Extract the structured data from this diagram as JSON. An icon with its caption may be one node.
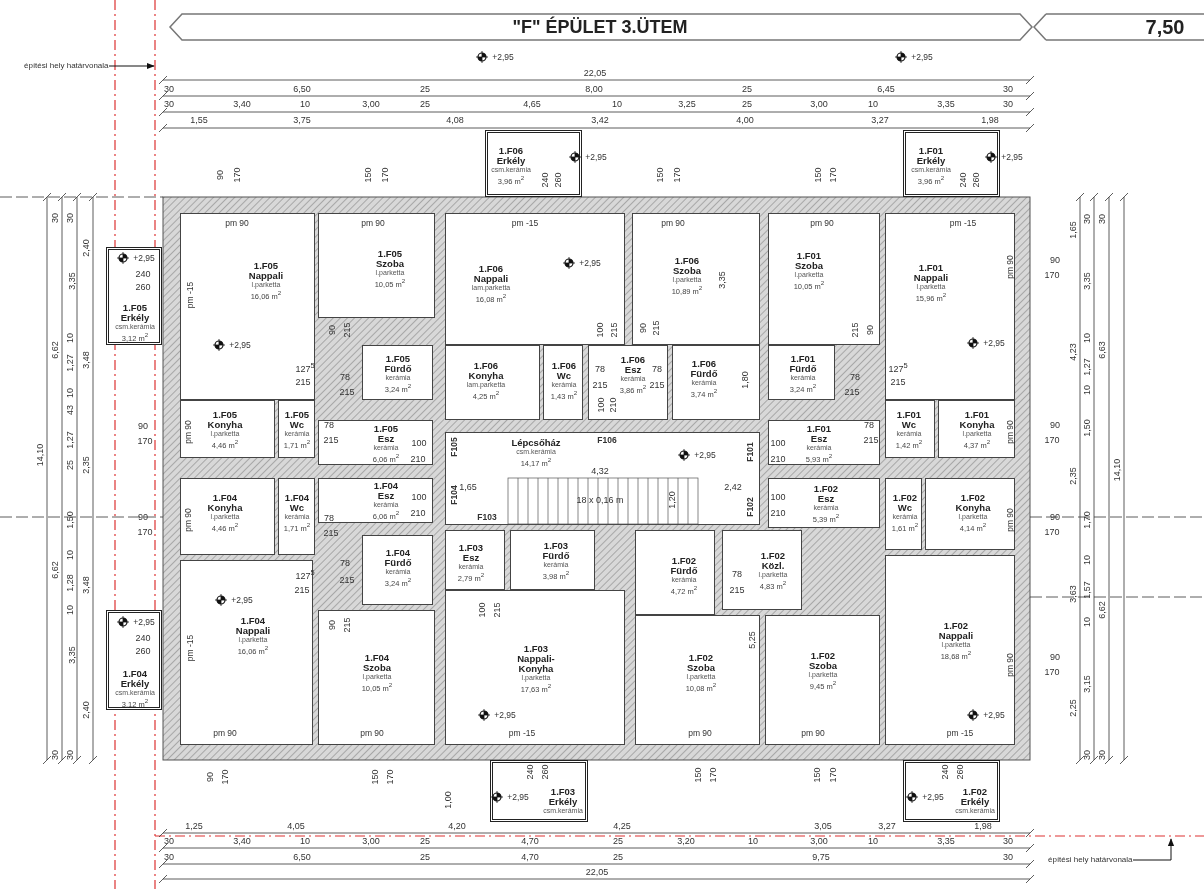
{
  "diagram": {
    "title": "\"F\" ÉPÜLET 3.ÜTEM",
    "nodes": [
      {
        "text": [
          "építési hely határvonala"
        ]
      },
      {
        "text": [
          "1.F06 Erkély",
          "csm.kerámia",
          "3,96 m$^{2}$"
        ]
      },
      {
        "text": [
          "1.F01 Erkély",
          "csm.kerámia",
          "3,96 m$^{2}$"
        ]
      },
      {
        "text": [
          "1.F05 Nappali",
          "l.parketta",
          "16,06 m$^{2}$"
        ]
      },
      {
        "text": [
          "1.F05 Szoba",
          "l.parketta",
          "10,05 m$^{2}$"
        ]
      },
      {
        "text": [
          "1.F05 Erkély",
          "csm.kerámia",
          "3,12 m$^{2}$"
        ]
      },
      {
        "text": [
          "1.F05 Fürdő",
          "kerámia",
          "3,24 m$^{2}$"
        ]
      },
      {
        "text": [
          "1.F06 Nappali",
          "lam.parketta",
          "16,08 m$^{2}$"
        ]
      },
      {
        "text": [
          "1.F06 Szoba",
          "l.parketta",
          "10,89 m$^{2}$"
        ]
      },
      {
        "text": [
          "1.F01 Szoba",
          "l.parketta",
          "10,05 m$^{2}$"
        ]
      },
      {
        "text": [
          "1.F01 Nappali",
          "l.parketta",
          "15,96 m$^{2}$"
        ]
      },
      {
        "text": [
          "1.F06 Konyha",
          "lam.parketta",
          "4,25 m$^{2}$"
        ]
      },
      {
        "text": [
          "1.F06 Wc",
          "kerámia",
          "1,43 m$^{2}$"
        ]
      },
      {
        "text": [
          "1.F06 Esz",
          "kerámia",
          "3,86 m$^{2}$"
        ]
      },
      {
        "text": [
          "1.F06 Fürdő",
          "kerámia",
          "3,74 m$^{2}$"
        ]
      },
      {
        "text": [
          "1.F01 Fürdő",
          "kerámia",
          "3,24 m$^{2}$"
        ]
      },
      {
        "text": [
          "1.F05 Konyha",
          "l.parketta",
          "4,46 m$^{2}$"
        ]
      },
      {
        "text": [
          "1.F05 Wc",
          "kerámia",
          "1,71 m$^{2}$"
        ]
      },
      {
        "text": [
          "1.F01 Wc",
          "kerámia",
          "1,42 m$^{2}$"
        ]
      },
      {
        "text": [
          "1.F01 Konyha",
          "l.parketta",
          "4,37 m$^{2}$"
        ]
      },
      {
        "text": [
          "1.F05 Esz",
          "kerámia",
          "6,06 m$^{2}$"
        ]
      },
      {
        "text": [
          "Lépcsőház",
          "csm.kerámia",
          "14,17 m$^{2}$"
        ]
      },
      {
        "text": [
          "1.F01 Esz",
          "kerámia",
          "5,93 m$^{2}$"
        ]
      },
      {
        "text": [
          "1.F04 Esz",
          "kerámia",
          "6,06 m$^{2}$"
        ]
      },
      {
        "text": [
          "1.F02 Esz",
          "kerámia",
          "5,39 m$^{2}$"
        ]
      },
      {
        "text": [
          "1.F04 Konyha",
          "l.parketta",
          "4,46 m$^{2}$"
        ]
      },
      {
        "text": [
          "1.F04 Wc",
          "kerámia",
          "1,71 m$^{2}$"
        ]
      },
      {
        "text": [
          "1.F02 Wc",
          "kerámia",
          "1,61 m$^{2}$"
        ]
      },
      {
        "text": [
          "1.F02 Konyha",
          "l.parketta",
          "4,14 m$^{2}$"
        ]
      },
      {
        "text": [
          "1.F04 Fürdő",
          "kerámia",
          "3,24 m$^{2}$"
        ]
      },
      {
        "text": [
          "1.F03 Esz",
          "kerámia",
          "2,79 m$^{2}$"
        ]
      },
      {
        "text": [
          "1.F03 Fürdő",
          "kerámia",
          "3,98 m$^{2}$"
        ]
      },
      {
        "text": [
          "1.F02 Fürdő",
          "kerámia",
          "4,72 m$^{2}$"
        ]
      },
      {
        "text": [
          "1.F02 Közl.",
          "l.parketta",
          "4,83 m$^{2}$"
        ]
      },
      {
        "text": [
          "1.F03 Nappali-Konyha",
          "l.parketta",
          "17,63 m$^{2}$"
        ]
      },
      {
        "text": [
          "1.F04 Nappali",
          "l.parketta",
          "16,06 m$^{2}$"
        ]
      },
      {
        "text": [
          "1.F04 Szoba",
          "l.parketta",
          "10,05 m$^{2}$"
        ]
      },
      {
        "text": [
          "1.F04 Erkély",
          "csm.kerámia",
          "3,12 m$^{2}$"
        ]
      },
      {
        "text": [
          "1.F02 Szoba",
          "l.parketta",
          "10,08 m$^{2}$"
        ]
      },
      {
        "text": [
          "1.F02 Szoba",
          "l.parketta",
          "9,45 m$^{2}$"
        ]
      },
      {
        "text": [
          "1.F02 Nappali",
          "l.parketta",
          "18,68 m$^{2}$"
        ]
      },
      {
        "text": [
          "1.F03 Erkély",
          "csm.kerámia"
        ]
      },
      {
        "text": [
          "1.F02 Erkély",
          "csm.kerámia"
        ]
      },
      {
        "text": [
          "építési hely határvonala"
        ]
      }
    ],
    "edges": [
      {
        "from": 0,
        "to": null,
        "arrow": "to"
      },
      {
        "from": 43,
        "to": null,
        "arrow": "to"
      }
    ],
    "labels": [
      "7,50",
      "+2,95",
      "+2,95",
      "22,05",
      "30",
      "6,50",
      "25",
      "8,00",
      "25",
      "6,45",
      "30",
      "30",
      "3,40",
      "10",
      "3,00",
      "25",
      "4,65",
      "10",
      "3,25",
      "25",
      "3,00",
      "10",
      "3,35",
      "30",
      "1,55",
      "3,75",
      "4,08",
      "3,42",
      "4,00",
      "3,27",
      "1,98",
      "+2,95",
      "+2,95",
      "90",
      "170",
      "150",
      "170",
      "240",
      "260",
      "150",
      "170",
      "150",
      "170",
      "240",
      "260",
      "pm 90",
      "pm 90",
      "pm -15",
      "pm 90",
      "pm 90",
      "pm -15",
      "90",
      "170",
      "90",
      "170",
      "90",
      "170",
      "90",
      "170",
      "90",
      "170",
      "90",
      "170",
      "pm 90",
      "pm 90",
      "pm 90",
      "pm 90",
      "pm 90",
      "pm 90",
      "pm -15",
      "pm -15",
      "+2,95",
      "240",
      "260",
      "+2,95",
      "240",
      "260",
      "+2,95",
      "+2,95",
      "+2,95",
      "+2,95",
      "+2,95",
      "+2,95",
      "+2,95",
      "+2,95",
      "+2,95",
      "90",
      "215",
      "127$^{5}$",
      "215",
      "78",
      "215",
      "78",
      "215",
      "100",
      "215",
      "90",
      "215",
      "78",
      "215",
      "78",
      "215",
      "100",
      "210",
      "1,80",
      "3,35",
      "90",
      "215",
      "78",
      "215",
      "127$^{5}$",
      "215",
      "78",
      "215",
      "100",
      "210",
      "F105",
      "F106",
      "100",
      "210",
      "F101",
      "1,65",
      "4,32",
      "2,42",
      "18 x 0,16 m",
      "1,20",
      "100",
      "210",
      "F104",
      "F103",
      "100",
      "210",
      "F102",
      "78",
      "215",
      "78",
      "215",
      "127$^{5}$",
      "215",
      "90",
      "215",
      "100",
      "215",
      "78",
      "215",
      "5,25",
      "pm 90",
      "pm 90",
      "pm -15",
      "pm 90",
      "pm 90",
      "pm -15",
      "90",
      "170",
      "150",
      "170",
      "240",
      "260",
      "150",
      "170",
      "150",
      "170",
      "240",
      "260",
      "1,00",
      "1,25",
      "4,05",
      "4,20",
      "4,25",
      "3,05",
      "3,27",
      "1,98",
      "30",
      "3,40",
      "10",
      "3,00",
      "25",
      "4,70",
      "25",
      "3,20",
      "10",
      "3,00",
      "10",
      "3,35",
      "30",
      "30",
      "6,50",
      "25",
      "4,70",
      "25",
      "9,75",
      "30",
      "22,05",
      "14,10",
      "30",
      "6,62",
      "6,62",
      "30",
      "30",
      "3,35",
      "10",
      "1,27",
      "10",
      "43",
      "1,27",
      "25",
      "1,50",
      "10",
      "1,28",
      "10",
      "3,35",
      "30",
      "2,40",
      "3,48",
      "2,35",
      "3,48",
      "2,40",
      "1,65",
      "4,23",
      "2,35",
      "3,63",
      "2,25",
      "30",
      "3,35",
      "10",
      "1,27",
      "10",
      "1,50",
      "1,70",
      "10",
      "1,57",
      "10",
      "3,15",
      "30",
      "30",
      "6,63",
      "6,62",
      "30",
      "14,10"
    ]
  }
}
